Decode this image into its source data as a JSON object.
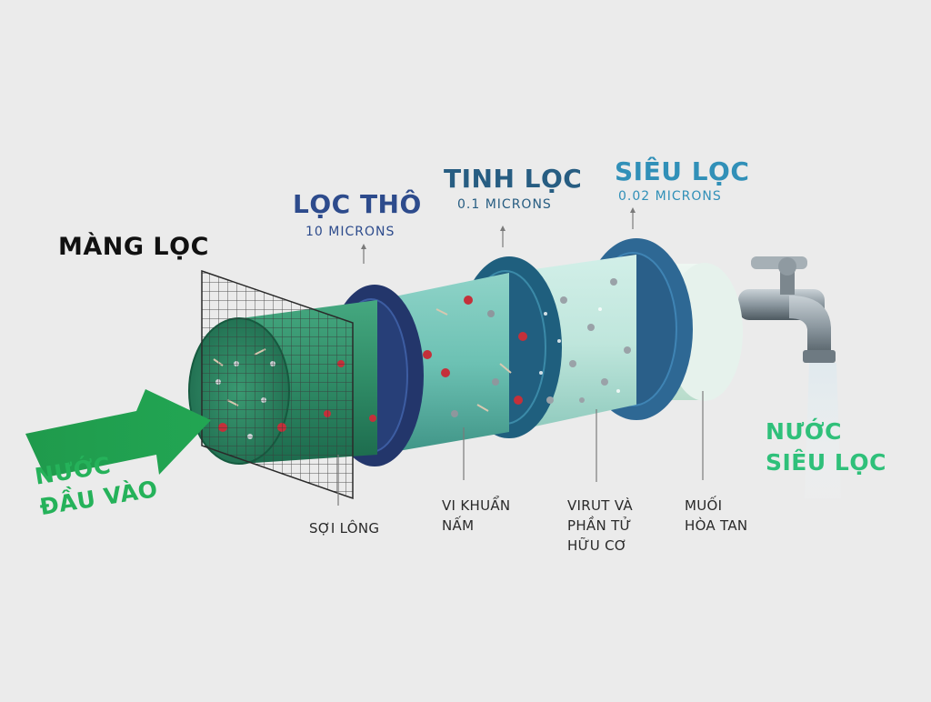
{
  "labels": {
    "membrane": "MÀNG LỌC",
    "coarse_title": "LỌC THÔ",
    "coarse_size": "10 MICRONS",
    "fine_title": "TINH LỌC",
    "fine_size": "0.1 MICRONS",
    "ultra_title": "SIÊU LỌC",
    "ultra_size": "0.02 MICRONS",
    "input_line1": "NƯỚC",
    "input_line2": "ĐẦU VÀO",
    "output_line1": "NƯỚC",
    "output_line2": "SIÊU LỌC",
    "fibers": "SỢI LÔNG",
    "bacteria_line1": "VI KHUẨN",
    "bacteria_line2": "NẤM",
    "virus_line1": "VIRUT VÀ",
    "virus_line2": "PHẦN TỬ",
    "virus_line3": "HỮU CƠ",
    "salt_line1": "MUỐI",
    "salt_line2": "HÒA TAN"
  },
  "colors": {
    "background": "#ebebeb",
    "coarse": "#2d4b8c",
    "fine": "#275d82",
    "ultra": "#3190b8",
    "input_green": "#25b25a",
    "output_green": "#2fc07a",
    "ring_navy": "#23366b",
    "ring_teal": "#1f5f7e",
    "ring_blue": "#2e6894"
  }
}
